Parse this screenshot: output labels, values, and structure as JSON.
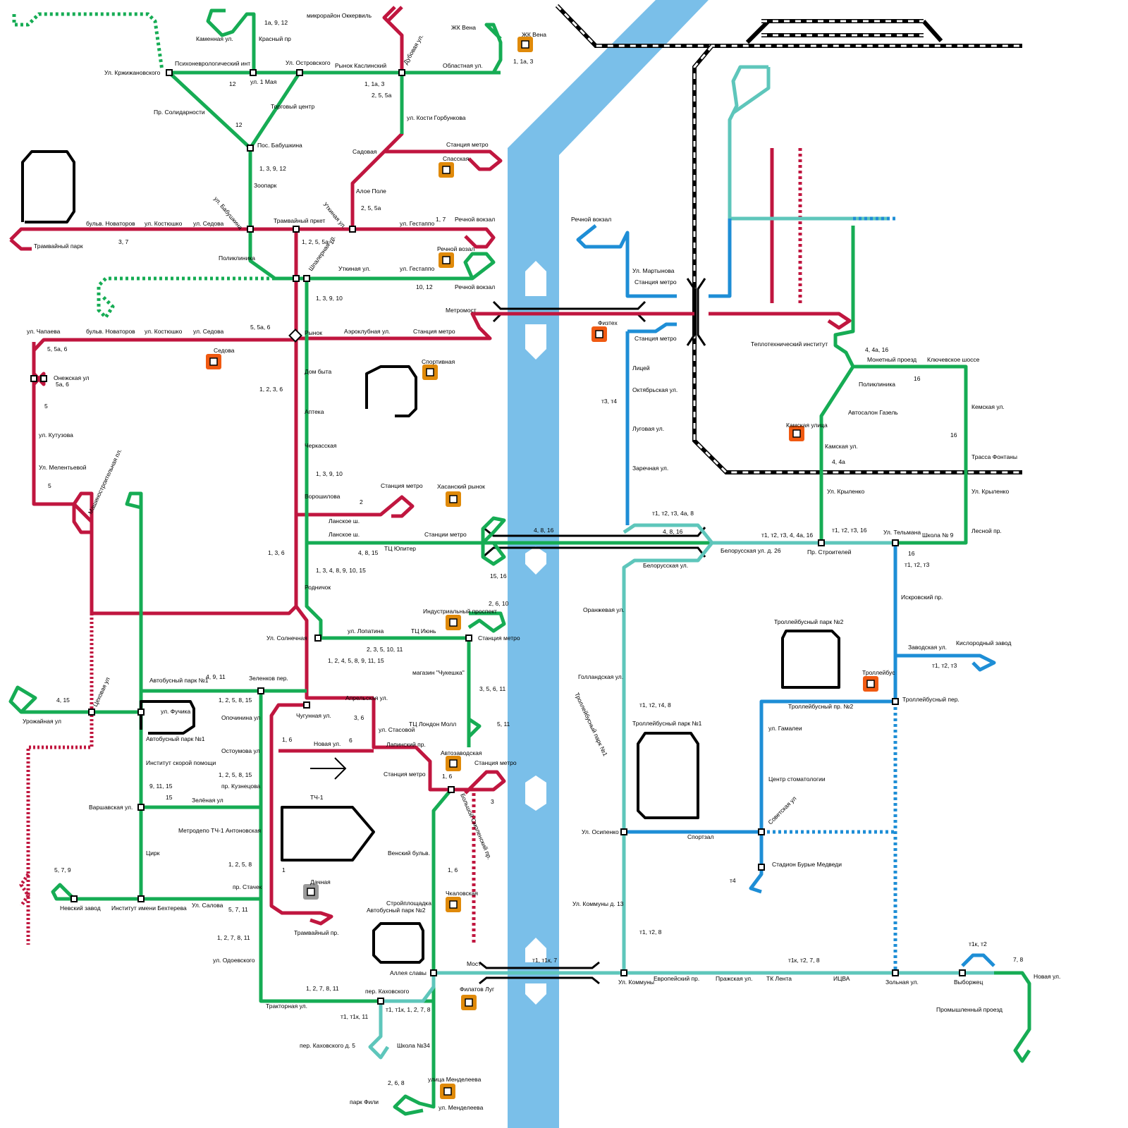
{
  "labels": {
    "l1": "микрорайон Оккервиль",
    "l2": "1а, 9, 12",
    "l3": "Каменная ул.",
    "l4": "Красный пр",
    "l5": "ЖК Вена",
    "l6": "ЖК Вена",
    "l7": "1, 1а, 3",
    "l8": "Областная ул.",
    "l9": "Ул. Кржижановского",
    "l10": "Психоневрологический инт",
    "l11": "ул. 1 Мая",
    "l12": "12",
    "l13": "Ул. Островского",
    "l14": "Рынок Каслинский",
    "l15": "Дубовая ул.",
    "l16": "1, 1а, 3",
    "l17": "2, 5, 5а",
    "l18": "Пр. Солидарности",
    "l19": "Торговый центр",
    "l20": "12",
    "l21": "ул. Кости Горбункова",
    "l22": "Пос. Бабушкина",
    "l23": "Садовая",
    "l24": "Станция метро",
    "l25": "Спасская",
    "l26": "1, 3, 9, 12",
    "l27": "Зоопарк",
    "l28": "Алое Поле",
    "l29": "2, 5, 5а",
    "l30": "ул. Бабушкина",
    "l31": "Уткиная ул.",
    "l32": "бульв. Новаторов",
    "l33": "ул. Костюшко",
    "l34": "ул. Седова",
    "l35": "Трамвайный пркет",
    "l36": "ул. Гестаппо",
    "l37": "1, 7",
    "l38": "Речной вокзал",
    "l39": "Трамвайный парк",
    "l40": "3, 7",
    "l41": "1, 2, 5, 5а, 7",
    "l42": "Шпалерная ул.",
    "l43": "Речной возал",
    "l44": "Поликлиника",
    "l45": "Уткиная ул.",
    "l46": "ул. Гестаппо",
    "l47": "10, 12",
    "l48": "Речной вокзал",
    "l49": "1, 3, 9, 10",
    "l50": "Метромост",
    "l51": "ул. Чапаева",
    "l52": "бульв. Новаторов",
    "l53": "ул. Костюшко",
    "l54": "ул. Седова",
    "l55": "5, 5а, 6",
    "l56": "Рынок",
    "l57": "Аэроклубная ул.",
    "l58": "Станция метро",
    "l59": "5, 5а, 6",
    "l60": "Седова",
    "l61": "Спортивная",
    "l62": "Дом быта",
    "l63": "Онежская ул",
    "l64": "5а, 6",
    "l65": "1, 2, 3,  6",
    "l66": "5",
    "l67": "Аптека",
    "l68": "ул. Кутузова",
    "l69": "Черкасская",
    "l70": "Ул. Мелентьевой",
    "l71": "1, 3, 9, 10",
    "l72": "Машиностроительная пл.",
    "l73": "5",
    "l74": "Станция метро",
    "l75": "Хасанский рынок",
    "l76": "Ворошилова",
    "l77": "2",
    "l78": "Ланское ш.",
    "l79": "Ланское ш.",
    "l80": "Станции метро",
    "l81": "4, 8, 15",
    "l82": "ТЦ Юпитер",
    "l83": "1, 3, 6",
    "l84": "15, 16",
    "l85": "1, 3, 4, 8, 9, 10, 15",
    "l86": "Родничок",
    "l87": "Индустриальный проспект",
    "l88": "2, 6, 10",
    "l89": "Ул. Солнечная",
    "l90": "ул. Лопатина",
    "l91": "ТЦ Июнь",
    "l92": "Станция метро",
    "l93": "2, 3, 5, 10, 11",
    "l94": "1, 2, 4, 5, 8, 9, 11, 15",
    "l95": "магазин \"Чукешка\"",
    "l96": "3, 5, 6, 11",
    "l97": "Автобусный парк №1",
    "l98": "4, 9, 11",
    "l99": "Зеленков пер.",
    "l100": "Цеховая ул",
    "l101": "4, 15",
    "l102": "Урожайная ул",
    "l103": "ул. Фучика",
    "l104": "1, 2, 5, 8, 15",
    "l105": "Опочинина ул",
    "l106": "Апрельская ул.",
    "l107": "Чугунная ул.",
    "l108": "3, 6",
    "l109": "ул. Стасовой",
    "l110": "ТЦ Лондон Молл",
    "l111": "5, 11",
    "l112": "Автобусный парк №1",
    "l113": "1, 6",
    "l114": "Новая ул.",
    "l115": "6",
    "l116": "Лапинский пр.",
    "l117": "Остоумова ул",
    "l118": "Институт скорой помощи",
    "l119": "Автозаводская",
    "l120": "Станция метро",
    "l121": "Станция метро",
    "l122": "1, 2, 5, 8, 15",
    "l123": "пр. Кузнецова",
    "l124": "1, 6",
    "l125": "9, 11, 15",
    "l126": "15",
    "l127": "Зелёная ул",
    "l128": "ТЧ-1",
    "l129": "Варшавская ул.",
    "l130": "3",
    "l131": "Большой Смоленский пр.",
    "l132": "Метродепо ТЧ-1 Антоновская",
    "l133": "Цирк",
    "l134": "Венский бульв.",
    "l135": "1, 2, 5, 8",
    "l136": "1",
    "l137": "1, 6",
    "l138": "5, 7, 9",
    "l139": "пр. Стачек",
    "l140": "Дачная",
    "l141": "Чкаловская",
    "l142": "Невский завод",
    "l143": "Институт имени Бехтерева",
    "l144": "Ул. Салова",
    "l145": "Стройплощадка",
    "l146": "5, 7, 11",
    "l147": "Автобусный парк №2",
    "l148": "Трамвайный пр.",
    "l149": "1, 2, 7, 8, 11",
    "l150": "ул. Одоевского",
    "l151": "Аллея славы",
    "l152": "Мост",
    "l153": "1, 2, 7, 8, 11",
    "l154": "пер. Каховского",
    "l155": "Филатов Луг",
    "l156": "Тракторная ул.",
    "l157": "т1, т1к, 11",
    "l158": "т1, т1к, 1, 2, 7, 8",
    "l159": "пер. Каховского д. 5",
    "l160": "Школа №34",
    "l161": "улица Менделеева",
    "l162": "2, 6, 8",
    "l163": "парк Фили",
    "l164": "ул. Менделеева",
    "l165": "Речной вокзал",
    "l166": "Ул. Мартынова",
    "l167": "Станция метро",
    "l168": "Физтех",
    "l169": "Станция метро",
    "l170": "Лицей",
    "l171": "т3, т4",
    "l172": "Октябрьская ул.",
    "l173": "Луговая ул.",
    "l174": "Заречная ул.",
    "l175": "т1, т2, т3, 4а, 8",
    "l176": "4, 8, 16",
    "l177": "4, 8, 16",
    "l178": "Белорусская ул.",
    "l179": "т1, т2, т3, 4, 4а, 16",
    "l180": "Белорусская ул. д. 26",
    "l181": "т1, т2, т3, 16",
    "l182": "Пр. Строителей",
    "l183": "Ул. Тельмана",
    "l184": "Школа № 9",
    "l185": "Лесной пр.",
    "l186": "16",
    "l187": "т1, т2, т3",
    "l188": "Теплотехнический институт",
    "l189": "4, 4а, 16",
    "l190": "Монетный проезд",
    "l191": "Ключевское шоссе",
    "l192": "16",
    "l193": "Поликлиника",
    "l194": "Автосалон Газель",
    "l195": "Камская улица",
    "l196": "Кемская ул.",
    "l197": "16",
    "l198": "Камская ул.",
    "l199": "Трасса Фонтаны",
    "l200": "4, 4а",
    "l201": "Ул. Крыленко",
    "l202": "Ул. Крыленко",
    "l203": "Оранжевая ул.",
    "l204": "Искровский пр.",
    "l205": "Троллейбусный парк №2",
    "l206": "Заводская ул.",
    "l207": "Кислородный завод",
    "l208": "т1, т2, т3",
    "l209": "Голландская ул.",
    "l210": "Троллейбус",
    "l211": "Троллейбусный парк №1",
    "l212": "т1, т2, т4, 8",
    "l213": "Троллейбусный пр. №2",
    "l214": "Троллейбусный пер.",
    "l215": "Троллейбусный парк №1",
    "l216": "ул. Гамалеи",
    "l217": "Центр стоматологии",
    "l218": "Советская ул",
    "l219": "Ул. Осипенко",
    "l220": "Спортзал",
    "l221": "Стадион Бурые Медведи",
    "l222": "т4",
    "l223": "Ул. Коммуны д. 13",
    "l224": "т1, т2, 8",
    "l225": "т1, т1к, 7",
    "l226": "т1к, т2, 7, 8",
    "l227": "т1к, т2",
    "l228": "7, 8",
    "l229": "Ул. Коммуны",
    "l230": "Европейский пр.",
    "l231": "Пражская ул.",
    "l232": "ТК Лента",
    "l233": "ИЦВА",
    "l234": "Зольная ул.",
    "l235": "Выборжец",
    "l236": "Новая ул.",
    "l237": "Промышленный проезд"
  },
  "colors": {
    "tram_red": "#c0163f",
    "tram_green": "#16ac54",
    "trolley_turquoise": "#5ec6bb",
    "trolley_blue": "#1e8ed6",
    "rail": "#000000",
    "river": "#7abfe9",
    "metro_station": "#e08a0a",
    "metro_station_alt": "#f05a12",
    "closed_station": "#999999"
  },
  "icons": [
    "metro-station-icon",
    "depot-icon",
    "arrow-right-icon",
    "bridge-icon",
    "railway-icon"
  ]
}
